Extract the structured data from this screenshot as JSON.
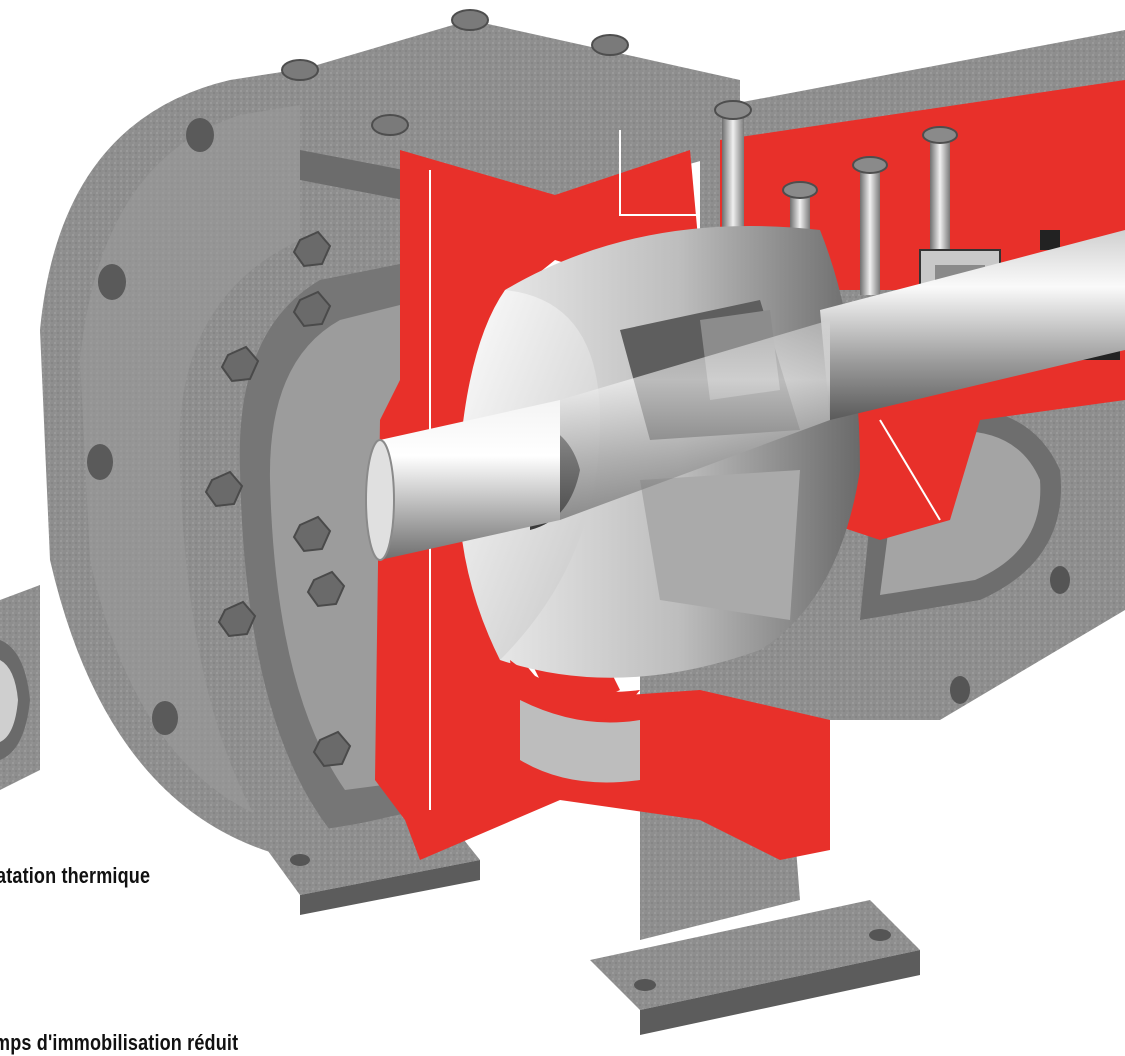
{
  "captions": {
    "thermal": "atation thermique",
    "downtime": "mps d'immobilisation réduit"
  },
  "colors": {
    "cast_iron": "#8e8e8e",
    "cast_iron_dark": "#5f5f5f",
    "cast_iron_light": "#b4b4b4",
    "cutaway_red": "#e8302a",
    "steel": "#d8d8d8",
    "steel_dark": "#7a7a7a",
    "background": "#ffffff"
  },
  "illustration": {
    "subject": "pump-cutaway",
    "parts": [
      "casing",
      "flange",
      "rotor",
      "shaft",
      "bracket",
      "foot",
      "studs",
      "seal"
    ]
  }
}
